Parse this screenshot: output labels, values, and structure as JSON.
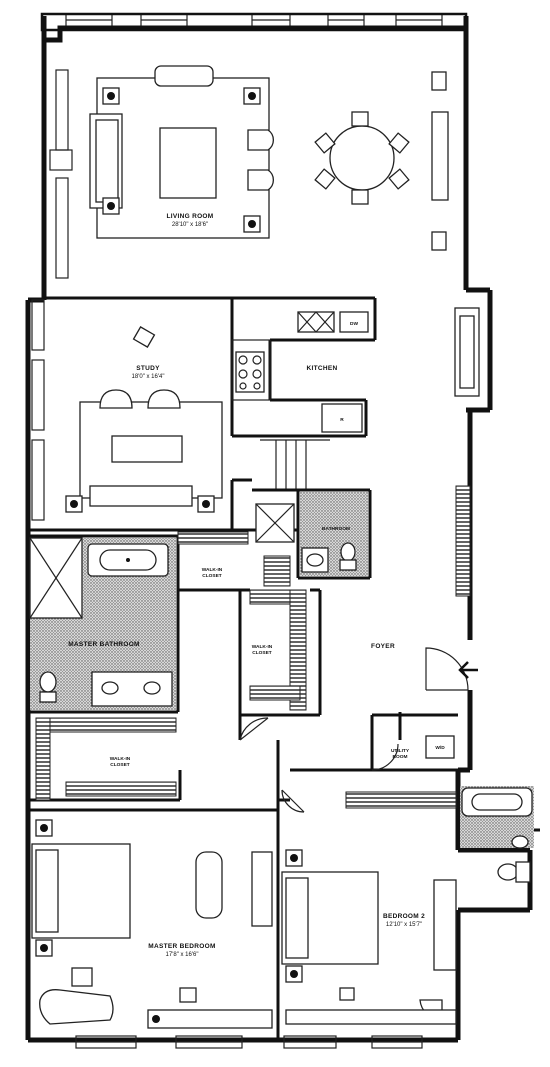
{
  "rooms": {
    "living_room": {
      "name": "LIVING ROOM",
      "dims": "28'10\" x 18'6\""
    },
    "study": {
      "name": "STUDY",
      "dims": "18'0\" x 16'4\""
    },
    "kitchen": {
      "name": "KITCHEN"
    },
    "bathroom": {
      "name": "BATHROOM"
    },
    "walk_in_closet_1": {
      "line1": "WALK-IN",
      "line2": "CLOSET"
    },
    "walk_in_closet_2": {
      "line1": "WALK-IN",
      "line2": "CLOSET"
    },
    "walk_in_closet_3": {
      "line1": "WALK-IN",
      "line2": "CLOSET"
    },
    "master_bathroom": {
      "name": "MASTER BATHROOM"
    },
    "foyer": {
      "name": "FOYER"
    },
    "utility_room": {
      "line1": "UTILITY",
      "line2": "ROOM"
    },
    "master_bedroom": {
      "name": "MASTER BEDROOM",
      "dims": "17'8\" x 16'6\""
    },
    "bedroom_2": {
      "name": "BEDROOM 2",
      "dims": "12'10\" x 15'7\""
    }
  },
  "appliances": {
    "dishwasher": "DW",
    "refrigerator": "R",
    "washer_dryer": "W/D"
  },
  "entry_arrow": "entry-arrow-icon"
}
